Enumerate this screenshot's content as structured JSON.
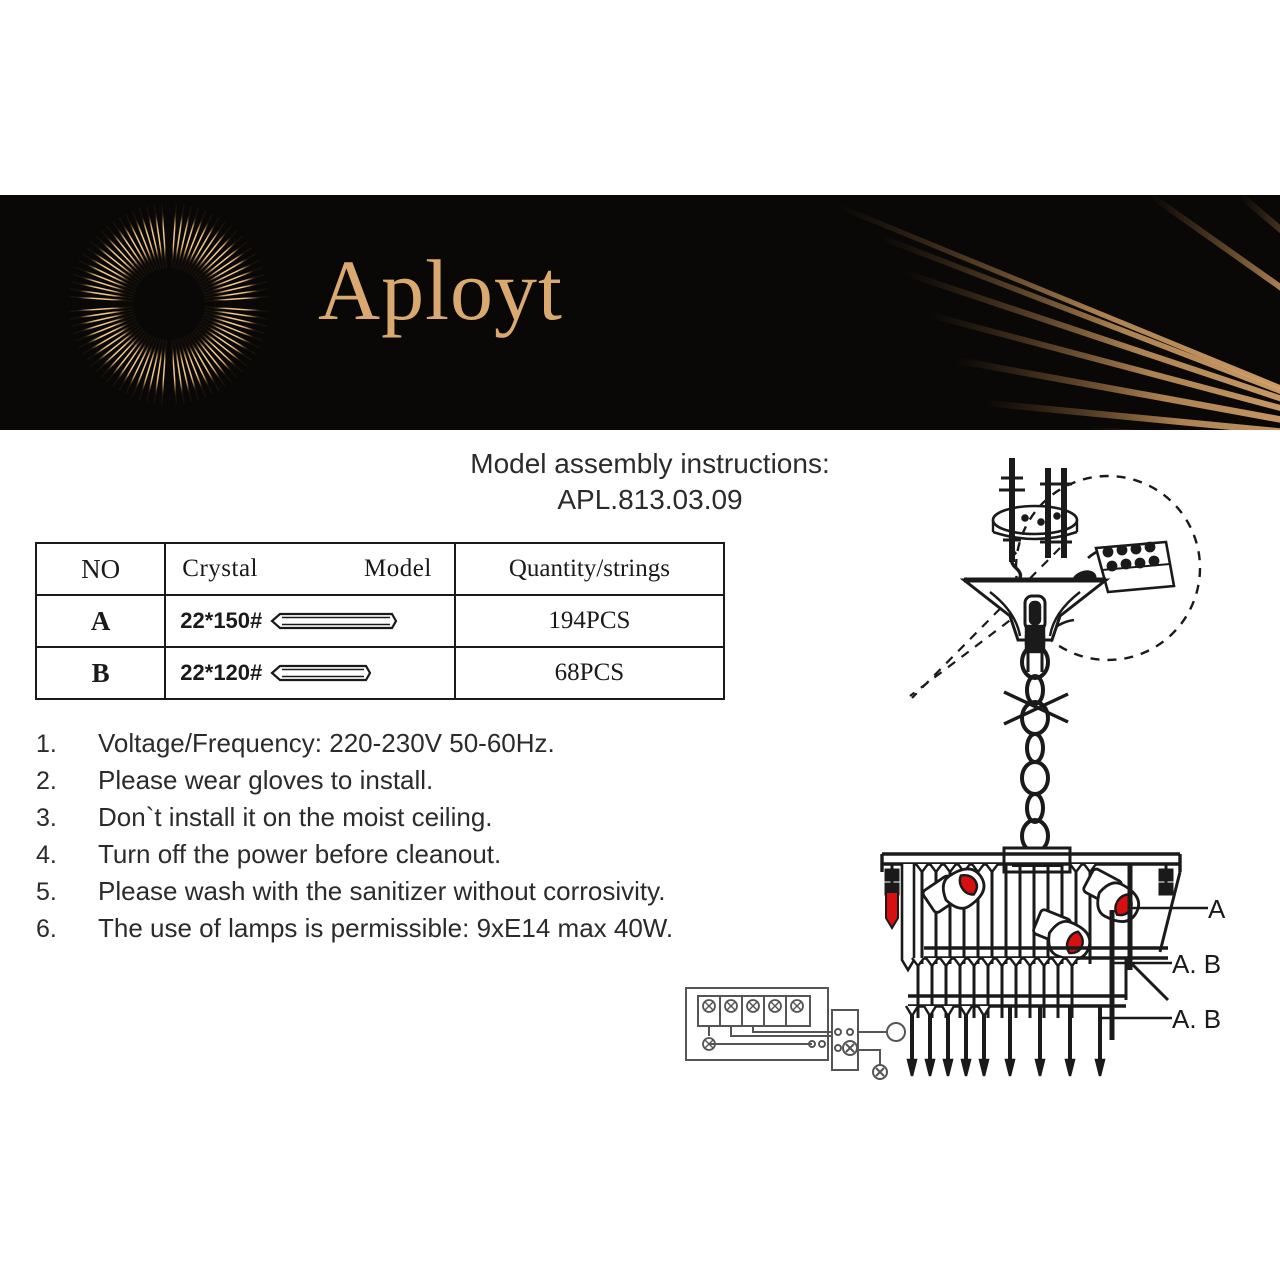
{
  "brand": {
    "name": "Aployt",
    "emblem_icon": "sunburst-emblem-icon",
    "gold": "#d9a96f",
    "banner_bg": "#0a0806"
  },
  "title": {
    "line1": "Model assembly instructions:",
    "line2": "APL.813.03.09"
  },
  "parts_table": {
    "headers": [
      "NO",
      "Crystal",
      "Model",
      "Quantity/strings"
    ],
    "rows": [
      {
        "no": "A",
        "model": "22*150#",
        "quantity": "194PCS",
        "crystal_icon": "crystal-rod-icon"
      },
      {
        "no": "B",
        "model": "22*120#",
        "quantity": "68PCS",
        "crystal_icon": "crystal-rod-icon"
      }
    ]
  },
  "notes": [
    {
      "num": "1.",
      "text": "Voltage/Frequency: 220-230V 50-60Hz."
    },
    {
      "num": "2.",
      "text": "Please wear gloves to install."
    },
    {
      "num": "3.",
      "text": "Don`t install it on the moist ceiling."
    },
    {
      "num": "4.",
      "text": "Turn off the power before cleanout."
    },
    {
      "num": "5.",
      "text": "Please wash with the sanitizer without corrosivity."
    },
    {
      "num": "6.",
      "text": "The use of lamps is permissible: 9xE14 max 40W."
    }
  ],
  "figure": {
    "ceiling_plate_icon": "ceiling-mounting-plate-icon",
    "detail_circle_icon": "hand-holding-connector-detail-icon",
    "canopy_icon": "canopy-icon",
    "chain_icon": "suspension-chain-icon",
    "chain_cut_marker_icon": "chain-link-cut-marker-icon",
    "chandelier_icon": "crystal-chandelier-icon",
    "bulb_icon": "candle-bulb-icon",
    "wiring_diagram_icon": "terminal-block-wiring-diagram-icon",
    "bulb_flame_color": "#d81010",
    "callouts": [
      {
        "id": "a",
        "label": "A"
      },
      {
        "id": "ab1",
        "label": "A. B"
      },
      {
        "id": "ab2",
        "label": "A. B"
      }
    ]
  }
}
